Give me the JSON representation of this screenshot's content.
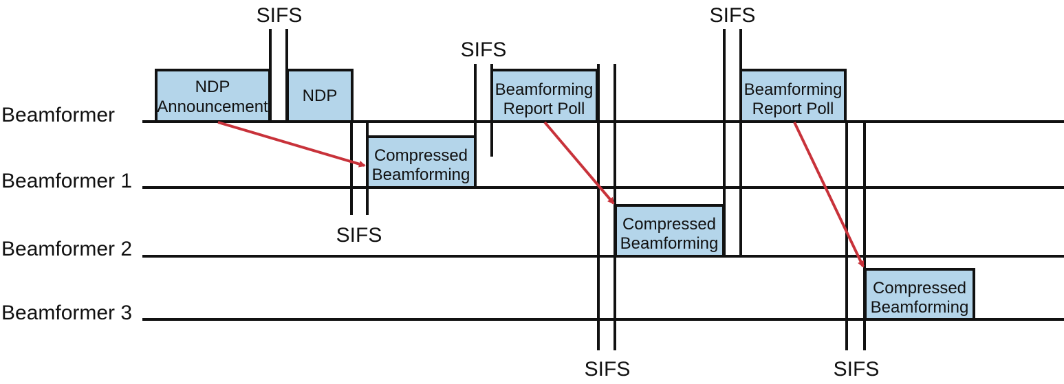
{
  "colors": {
    "frame_fill": "#b4d5ea",
    "line": "#111111",
    "arrow": "#c8323a",
    "background": "#ffffff"
  },
  "stations": [
    {
      "label": "Beamformer"
    },
    {
      "label": "Beamformer 1"
    },
    {
      "label": "Beamformer 2"
    },
    {
      "label": "Beamformer 3"
    }
  ],
  "frames": [
    {
      "station": "Beamformer",
      "lines": [
        "NDP",
        "Announcement"
      ]
    },
    {
      "station": "Beamformer",
      "lines": [
        "NDP"
      ]
    },
    {
      "station": "Beamformer 1",
      "lines": [
        "Compressed",
        "Beamforming"
      ]
    },
    {
      "station": "Beamformer",
      "lines": [
        "Beamforming",
        "Report Poll"
      ]
    },
    {
      "station": "Beamformer 2",
      "lines": [
        "Compressed",
        "Beamforming"
      ]
    },
    {
      "station": "Beamformer",
      "lines": [
        "Beamforming",
        "Report Poll"
      ]
    },
    {
      "station": "Beamformer 3",
      "lines": [
        "Compressed",
        "Beamforming"
      ]
    }
  ],
  "sifs_label": "SIFS",
  "arrows": [
    {
      "from": "NDP Announcement",
      "to": "Compressed Beamforming (Beamformer 1)"
    },
    {
      "from": "Beamforming Report Poll",
      "to": "Compressed Beamforming (Beamformer 2)"
    },
    {
      "from": "Beamforming Report Poll",
      "to": "Compressed Beamforming (Beamformer 3)"
    }
  ]
}
